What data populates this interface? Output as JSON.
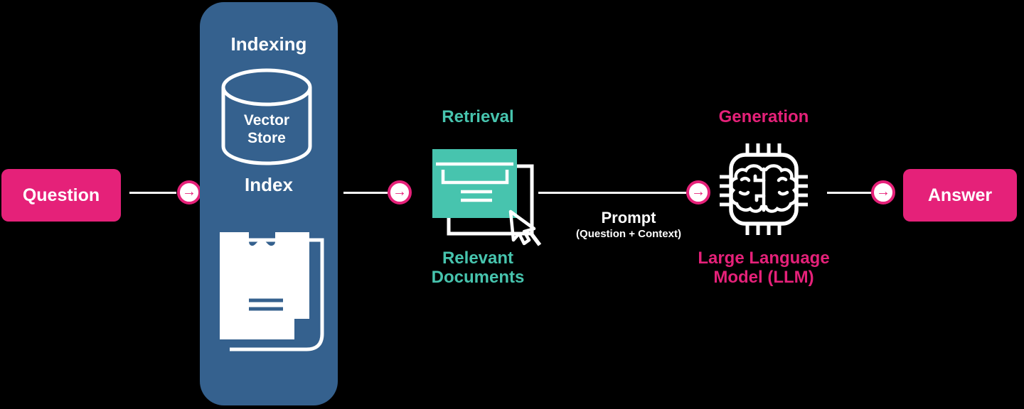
{
  "colors": {
    "background": "#000000",
    "pink": "#E52179",
    "blue": "#35618E",
    "teal": "#47C4AE",
    "white": "#FFFFFF"
  },
  "flow": {
    "question": {
      "label": "Question"
    },
    "indexing": {
      "title": "Indexing",
      "vector_store": {
        "line1": "Vector",
        "line2": "Store"
      },
      "index_label": "Index"
    },
    "retrieval": {
      "title": "Retrieval",
      "caption": {
        "line1": "Relevant",
        "line2": "Documents"
      }
    },
    "prompt": {
      "label": "Prompt",
      "detail": "(Question + Context)"
    },
    "generation": {
      "title": "Generation",
      "caption": {
        "line1": "Large Language",
        "line2": "Model (LLM)"
      }
    },
    "answer": {
      "label": "Answer"
    }
  },
  "icons": {
    "arrow_glyph": "→",
    "vector_store_icon": "database-cylinder-icon",
    "documents_icon": "stacked-documents-icon",
    "retrieval_icon": "webpage-with-cursor-icon",
    "generation_icon": "brain-chip-icon"
  }
}
